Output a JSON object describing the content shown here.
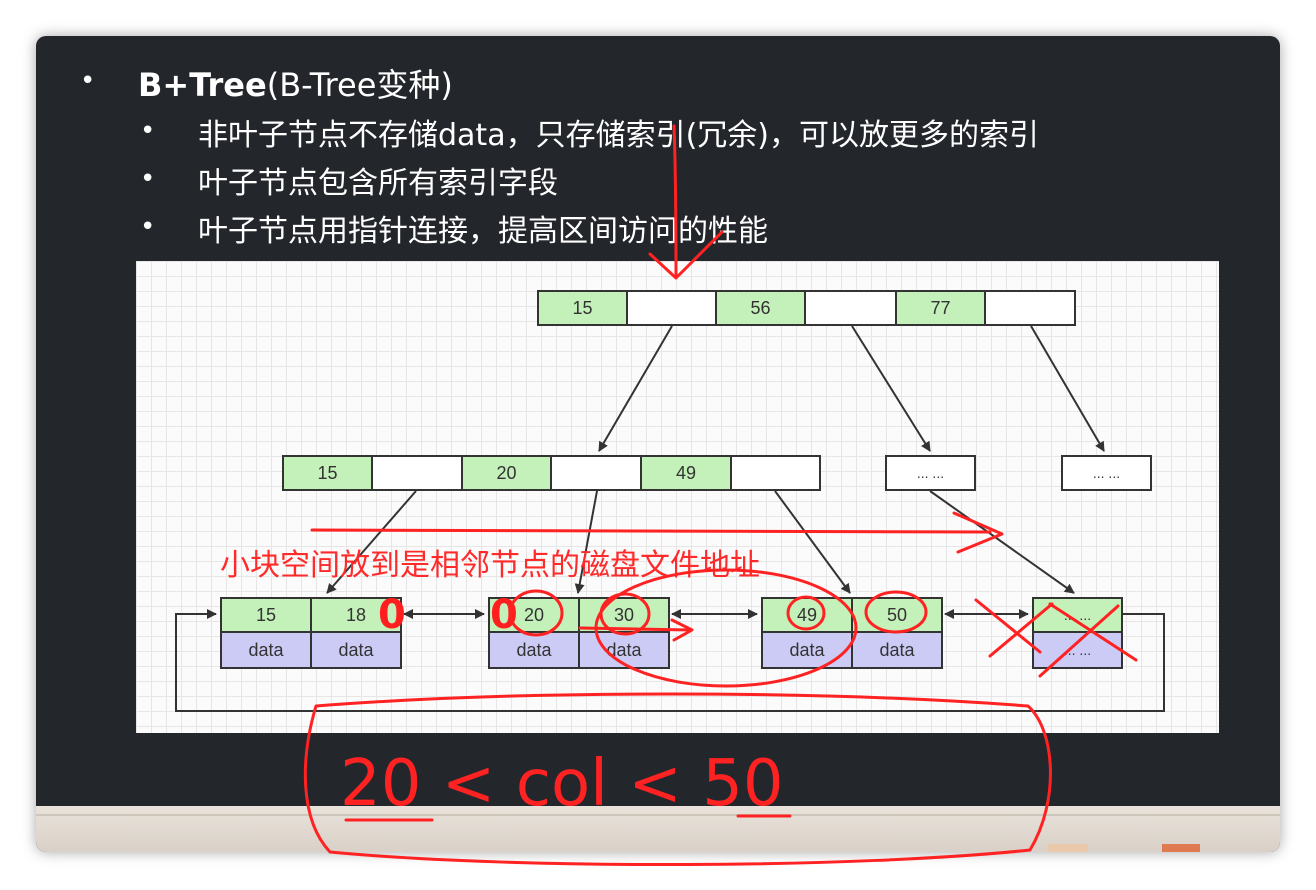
{
  "slide": {
    "title_bold": "B+Tree",
    "title_rest": "(B-Tree变种)",
    "sub1": "非叶子节点不存储data，只存储索引(冗余)，可以放更多的索引",
    "sub2": "叶子节点包含所有索引字段",
    "sub3": "叶子节点用指针连接，提高区间访问的性能"
  },
  "tree": {
    "root": [
      "15",
      "56",
      "77"
    ],
    "mid": [
      "15",
      "20",
      "49"
    ],
    "ellipsis": "... ...",
    "leaf1": [
      "15",
      "18"
    ],
    "leaf2": [
      "20",
      "30"
    ],
    "leaf3": [
      "49",
      "50"
    ],
    "leaf4": "... ...",
    "data_label": "data"
  },
  "annotations": {
    "note": "小块空间放到是相邻节点的磁盘文件地址",
    "zero_mark": "0",
    "handwriting": "20 < col < 50"
  },
  "colors": {
    "key_fill": "#c4f0b9",
    "data_fill": "#cccbf5",
    "ink_red": "#ff2222",
    "slide_bg": "#23262b"
  }
}
